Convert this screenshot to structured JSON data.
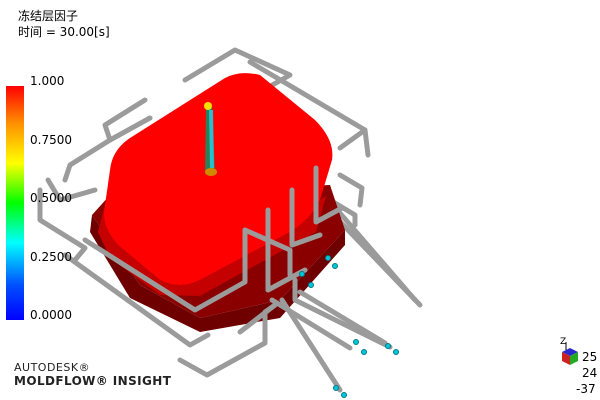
{
  "title": {
    "result_name": "冻结层因子",
    "time_label": "时间 = 30.00[s]"
  },
  "legend": {
    "ticks": [
      "1.000",
      "0.7500",
      "0.5000",
      "0.2500",
      "0.0000"
    ]
  },
  "brand": {
    "company": "AUTODESK®",
    "product": "MOLDFLOW® INSIGHT"
  },
  "orientation": {
    "axis_z": "Z",
    "values": [
      "25",
      "24",
      "-37"
    ]
  },
  "colors": {
    "part_red": "#ff0000",
    "part_dark": "#8a0000",
    "cooling_line": "#9a9a9a",
    "cooling_inlet": "#00c8d8"
  }
}
